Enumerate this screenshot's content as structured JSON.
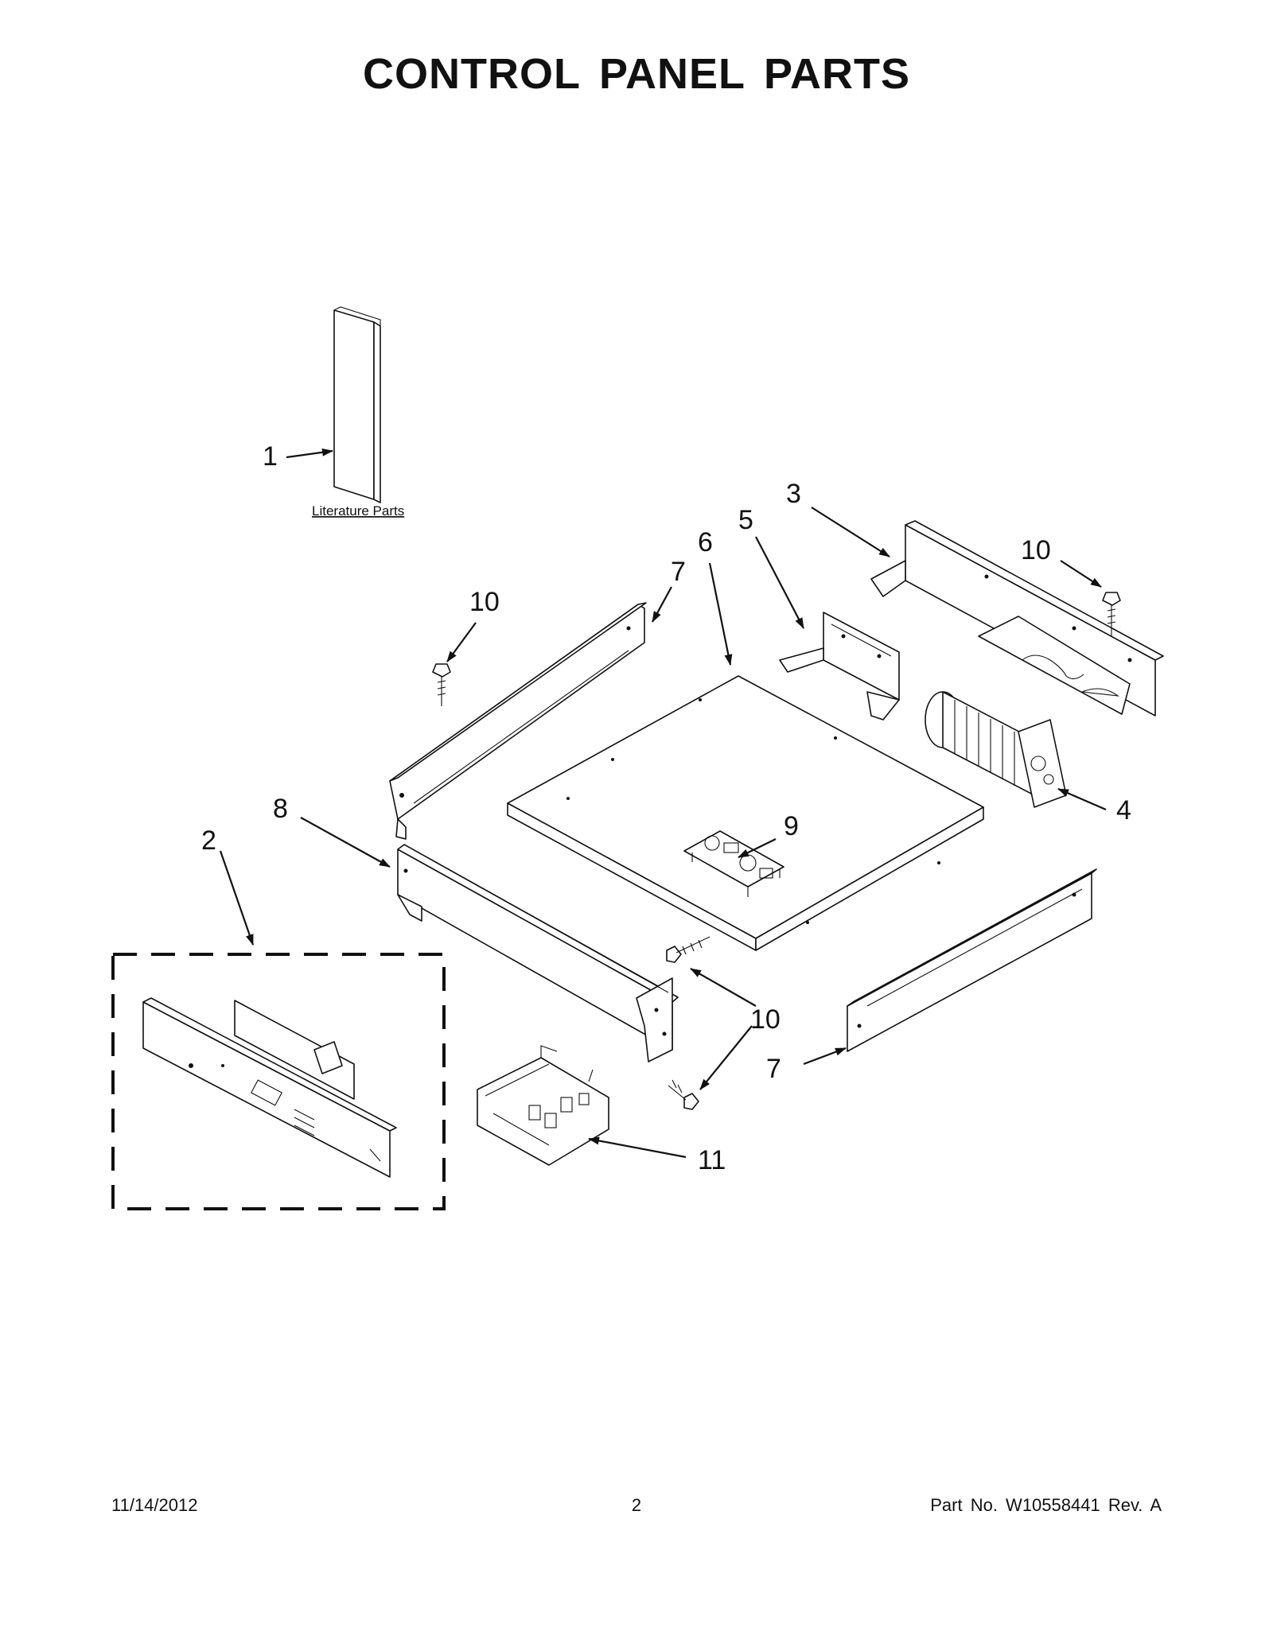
{
  "title": "CONTROL PANEL PARTS",
  "literature_label": "Literature Parts",
  "callouts": {
    "c1": "1",
    "c2": "2",
    "c3": "3",
    "c4": "4",
    "c5": "5",
    "c6": "6",
    "c7a": "7",
    "c7b": "7",
    "c8": "8",
    "c9": "9",
    "c10a": "10",
    "c10b": "10",
    "c10c": "10",
    "c11": "11"
  },
  "footer": {
    "date": "11/14/2012",
    "page_number": "2",
    "part_info": "Part No.  W10558441  Rev.  A"
  }
}
